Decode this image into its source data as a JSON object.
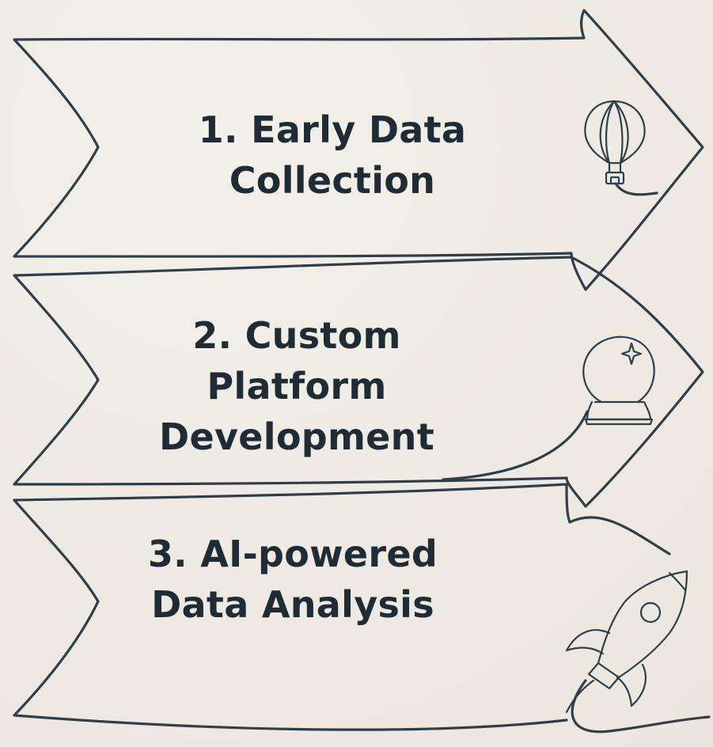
{
  "steps": [
    {
      "number": "1.",
      "lines": [
        "1. Early Data",
        "Collection"
      ],
      "icon": "hot-air-balloon-icon"
    },
    {
      "number": "2.",
      "lines": [
        "2. Custom",
        "Platform",
        "Development"
      ],
      "icon": "crystal-ball-icon"
    },
    {
      "number": "3.",
      "lines": [
        "3. AI-powered",
        "Data Analysis"
      ],
      "icon": "rocket-icon"
    }
  ],
  "colors": {
    "background": "#efebe4",
    "ink": "#2f3e48",
    "text": "#1f2c35"
  }
}
